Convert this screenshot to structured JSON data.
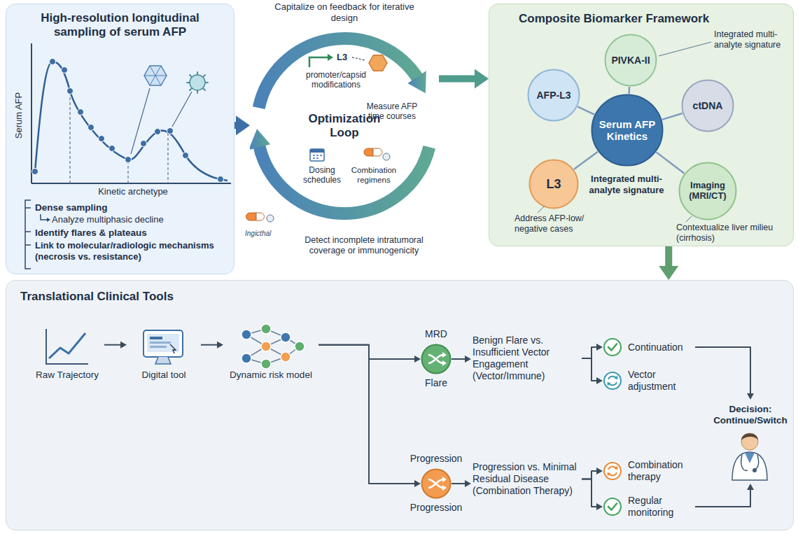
{
  "diagram": {
    "nodes": [
      {
        "text": [
          "High-resolution longitudinal sampling of serum AFP"
        ]
      },
      {
        "text": [
          "Optimization Loop"
        ]
      },
      {
        "text": [
          "Composite Biomarker Framework"
        ]
      },
      {
        "text": [
          "Serum AFP Kinetics"
        ],
        "in": 2
      },
      {
        "text": [
          "AFP-L3"
        ],
        "in": 2
      },
      {
        "text": [
          "PIVKA-II"
        ],
        "in": 2
      },
      {
        "text": [
          "ctDNA"
        ],
        "in": 2
      },
      {
        "text": [
          "Imaging (MRI/CT)"
        ],
        "in": 2
      },
      {
        "text": [
          "L3"
        ],
        "in": 2
      },
      {
        "text": [
          "Translational Clinical Tools"
        ]
      },
      {
        "text": [
          "Raw Trajectory"
        ],
        "in": 9
      },
      {
        "text": [
          "Digital tool"
        ],
        "in": 9
      },
      {
        "text": [
          "Dynamic risk model"
        ],
        "in": 9
      },
      {
        "text": [
          "MRD",
          "Flare"
        ],
        "in": 9
      },
      {
        "text": [
          "Progression",
          "Progression"
        ],
        "in": 9
      },
      {
        "text": [
          "Benign Flare vs. Insufficient Vector Engagement (Vector/Immune)"
        ],
        "in": 9
      },
      {
        "text": [
          "Progression vs. Minimal Residual Disease (Combination Therapy)"
        ],
        "in": 9
      },
      {
        "text": [
          "Continuation"
        ],
        "in": 9
      },
      {
        "text": [
          "Vector adjustment"
        ],
        "in": 9
      },
      {
        "text": [
          "Combination therapy"
        ],
        "in": 9
      },
      {
        "text": [
          "Regular monitoring"
        ],
        "in": 9
      },
      {
        "text": [
          "Decision: Continue/Switch"
        ],
        "in": 9
      }
    ],
    "edges": [
      {
        "from": 0,
        "to": 1,
        "arrow": "to"
      },
      {
        "from": 1,
        "to": 2,
        "arrow": "to"
      },
      {
        "from": 2,
        "to": 9,
        "arrow": "to"
      },
      {
        "from": 3,
        "to": 4,
        "arrow": "none"
      },
      {
        "from": 3,
        "to": 5,
        "arrow": "none"
      },
      {
        "from": 3,
        "to": 6,
        "arrow": "none"
      },
      {
        "from": 3,
        "to": 7,
        "arrow": "none"
      },
      {
        "from": 3,
        "to": 8,
        "arrow": "none"
      },
      {
        "from": 10,
        "to": 11,
        "arrow": "to"
      },
      {
        "from": 11,
        "to": 12,
        "arrow": "to"
      },
      {
        "from": 12,
        "to": 13,
        "arrow": "to"
      },
      {
        "from": 12,
        "to": 14,
        "arrow": "to"
      },
      {
        "from": 13,
        "to": 15,
        "arrow": "to"
      },
      {
        "from": 14,
        "to": 16,
        "arrow": "to"
      },
      {
        "from": 15,
        "to": 17,
        "arrow": "to"
      },
      {
        "from": 15,
        "to": 18,
        "arrow": "to"
      },
      {
        "from": 16,
        "to": 19,
        "arrow": "to"
      },
      {
        "from": 16,
        "to": 20,
        "arrow": "to"
      },
      {
        "from": 17,
        "to": 21,
        "arrow": "to"
      },
      {
        "from": 20,
        "to": 21,
        "arrow": "to"
      }
    ],
    "labels": [
      "Serum AFP",
      "Kinetic archetype",
      "Dense sampling",
      "Analyze multiphasic decline",
      "Identify flares & plateaus",
      "Link to molecular/radiologic mechanisms (necrosis vs. resistance)",
      "Capitalize on feedback for iterative design",
      "L3",
      "promoter/capsid modifications",
      "Measure AFP time courses",
      "Dosing schedules",
      "Combination regimens",
      "Detect incomplete intratumoral coverage or immunogenicity",
      "Ingicthal",
      "Integrated multi-analyte signature",
      "Integrated multi-analyte signature",
      "Address AFP-low/ negative cases",
      "Contextualize liver milieu (cirrhosis)"
    ]
  }
}
